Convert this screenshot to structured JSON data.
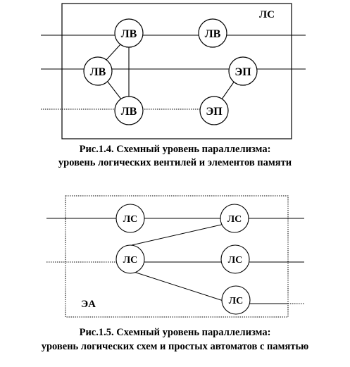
{
  "figure1": {
    "frame_label": "ЛС",
    "nodes": {
      "lv_top_left": "ЛВ",
      "lv_top_right": "ЛВ",
      "lv_mid_left": "ЛВ",
      "ep_mid_right": "ЭП",
      "lv_bottom": "ЛВ",
      "ep_bottom_right": "ЭП"
    },
    "caption_line1": "Рис.1.4. Схемный уровень параллелизма:",
    "caption_line2": "уровень логических вентилей и элементов памяти"
  },
  "figure2": {
    "frame_label": "ЭА",
    "nodes": {
      "ls_top_left": "ЛС",
      "ls_top_right": "ЛС",
      "ls_mid_left": "ЛС",
      "ls_mid_right": "ЛС",
      "ls_bottom_right": "ЛС"
    },
    "caption_line1": "Рис.1.5. Схемный уровень параллелизма:",
    "caption_line2": "уровень логических схем и простых автоматов с памятью"
  }
}
